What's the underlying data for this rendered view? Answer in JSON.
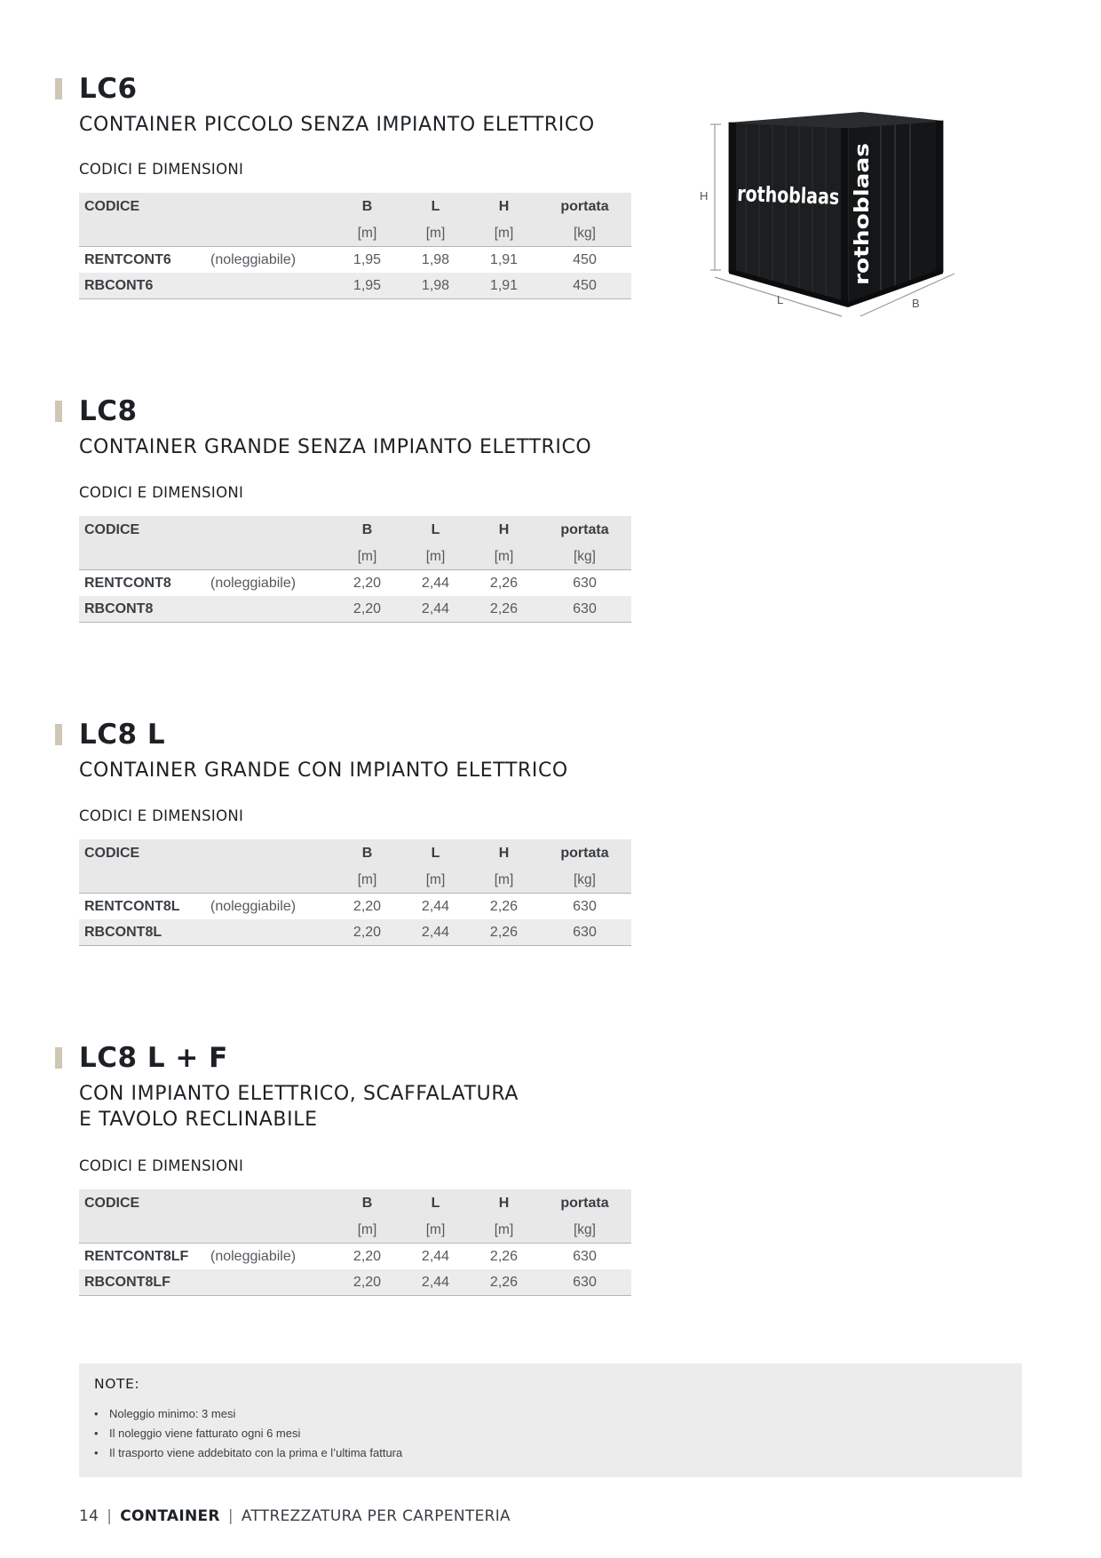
{
  "sections": [
    {
      "title": "LC6",
      "subtitle": "CONTAINER PICCOLO SENZA IMPIANTO ELETTRICO",
      "dims_label": "CODICI E DIMENSIONI",
      "header": [
        "CODICE",
        "B",
        "L",
        "H",
        "portata"
      ],
      "units": [
        "[m]",
        "[m]",
        "[m]",
        "[kg]"
      ],
      "rows": [
        {
          "code": "RENTCONT6",
          "note": "(noleggiabile)",
          "b": "1,95",
          "l": "1,98",
          "h": "1,91",
          "portata": "450"
        },
        {
          "code": "RBCONT6",
          "note": "",
          "b": "1,95",
          "l": "1,98",
          "h": "1,91",
          "portata": "450"
        }
      ]
    },
    {
      "title": "LC8",
      "subtitle": "CONTAINER GRANDE SENZA IMPIANTO ELETTRICO",
      "dims_label": "CODICI E DIMENSIONI",
      "header": [
        "CODICE",
        "B",
        "L",
        "H",
        "portata"
      ],
      "units": [
        "[m]",
        "[m]",
        "[m]",
        "[kg]"
      ],
      "rows": [
        {
          "code": "RENTCONT8",
          "note": "(noleggiabile)",
          "b": "2,20",
          "l": "2,44",
          "h": "2,26",
          "portata": "630"
        },
        {
          "code": "RBCONT8",
          "note": "",
          "b": "2,20",
          "l": "2,44",
          "h": "2,26",
          "portata": "630"
        }
      ]
    },
    {
      "title": "LC8 L",
      "subtitle": "CONTAINER GRANDE CON IMPIANTO ELETTRICO",
      "dims_label": "CODICI E DIMENSIONI",
      "header": [
        "CODICE",
        "B",
        "L",
        "H",
        "portata"
      ],
      "units": [
        "[m]",
        "[m]",
        "[m]",
        "[kg]"
      ],
      "rows": [
        {
          "code": "RENTCONT8L",
          "note": "(noleggiabile)",
          "b": "2,20",
          "l": "2,44",
          "h": "2,26",
          "portata": "630"
        },
        {
          "code": "RBCONT8L",
          "note": "",
          "b": "2,20",
          "l": "2,44",
          "h": "2,26",
          "portata": "630"
        }
      ]
    },
    {
      "title": "LC8 L + F",
      "subtitle": "CON IMPIANTO ELETTRICO, SCAFFALATURA\nE TAVOLO RECLINABILE",
      "dims_label": "CODICI E DIMENSIONI",
      "header": [
        "CODICE",
        "B",
        "L",
        "H",
        "portata"
      ],
      "units": [
        "[m]",
        "[m]",
        "[m]",
        "[kg]"
      ],
      "rows": [
        {
          "code": "RENTCONT8LF",
          "note": "(noleggiabile)",
          "b": "2,20",
          "l": "2,44",
          "h": "2,26",
          "portata": "630"
        },
        {
          "code": "RBCONT8LF",
          "note": "",
          "b": "2,20",
          "l": "2,44",
          "h": "2,26",
          "portata": "630"
        }
      ]
    }
  ],
  "illustration": {
    "brand_front": "rothoblaas",
    "brand_side": "rothoblaas",
    "dim_h": "H",
    "dim_l": "L",
    "dim_b": "B",
    "body_color": "#1c1e20"
  },
  "notes": {
    "title": "NOTE:",
    "items": [
      "Noleggio minimo: 3 mesi",
      "Il noleggio viene fatturato ogni 6 mesi",
      "Il trasporto viene addebitato con la prima e l’ultima fattura"
    ]
  },
  "footer": {
    "page": "14",
    "section": "CONTAINER",
    "category": "ATTREZZATURA PER CARPENTERIA",
    "separator": "|"
  },
  "colors": {
    "accent_marker": "#cfc6b4",
    "table_header_bg": "#e8e8e8",
    "notes_bg": "#ececec"
  }
}
